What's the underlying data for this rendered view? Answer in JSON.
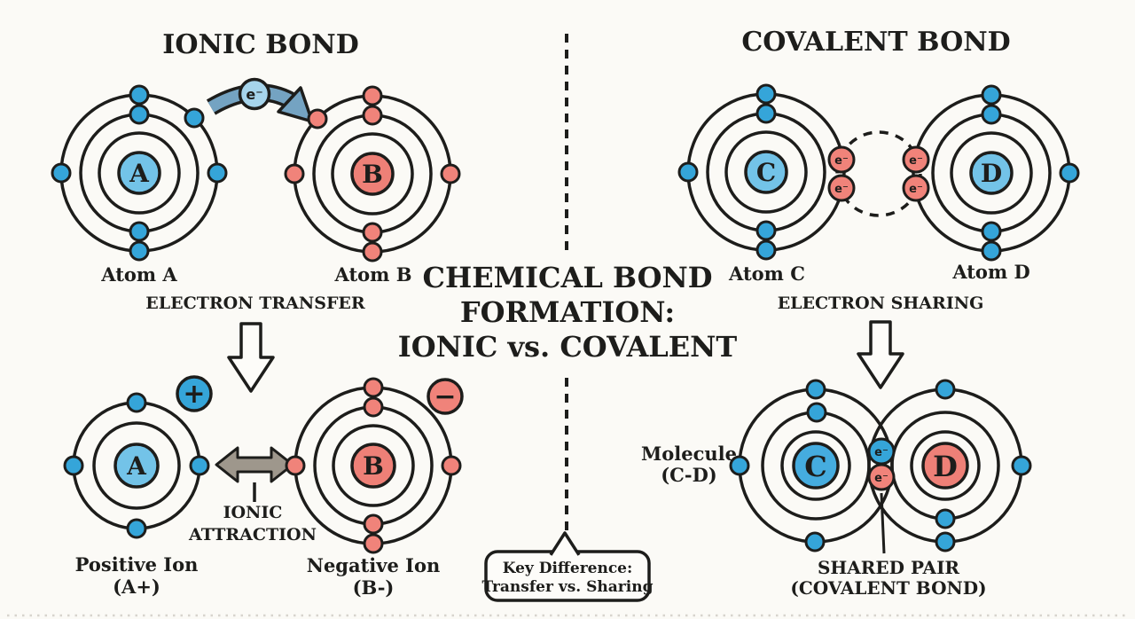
{
  "center": {
    "title_line1": "CHEMICAL BOND",
    "title_line2": "FORMATION:",
    "title_line3": "IONIC vs. COVALENT",
    "key_line1": "Key Difference:",
    "key_line2": "Transfer vs. Sharing"
  },
  "ionic": {
    "title": "IONIC BOND",
    "atom_a_symbol": "A",
    "atom_a_label": "Atom A",
    "atom_b_symbol": "B",
    "atom_b_label": "Atom B",
    "transferred_electron": "e⁻",
    "process_label": "ELECTRON TRANSFER",
    "positive_ion_symbol": "A",
    "positive_ion_charge": "+",
    "positive_ion_label1": "Positive Ion",
    "positive_ion_label2": "(A+)",
    "negative_ion_symbol": "B",
    "negative_ion_charge": "−",
    "negative_ion_label1": "Negative Ion",
    "negative_ion_label2": "(B-)",
    "attraction_label1": "IONIC",
    "attraction_label2": "ATTRACTION"
  },
  "covalent": {
    "title": "COVALENT BOND",
    "atom_c_symbol": "C",
    "atom_c_label": "Atom C",
    "atom_d_symbol": "D",
    "atom_d_label": "Atom D",
    "shared_electron": "e⁻",
    "process_label": "ELECTRON SHARING",
    "molecule_label1": "Molecule",
    "molecule_label2": "(C-D)",
    "molecule_c_symbol": "C",
    "molecule_d_symbol": "D",
    "shared_pair_label1": "SHARED PAIR",
    "shared_pair_label2": "(COVALENT BOND)"
  },
  "colors": {
    "outline": "#1d1d1b",
    "background": "#fbfaf6",
    "electron_blue": "#35a5d9",
    "nucleus_blue": "#73c3e8",
    "electron_red": "#f0837a",
    "nucleus_red": "#ee8077",
    "molecule_nucleus_blue": "#45acdf",
    "transfer_arrow_blue": "#74a3c2",
    "e_badge_blue": "#a6d4eb",
    "attraction_arrow_gray": "#9e978c",
    "bubble_bg": "#fdfcf9"
  }
}
